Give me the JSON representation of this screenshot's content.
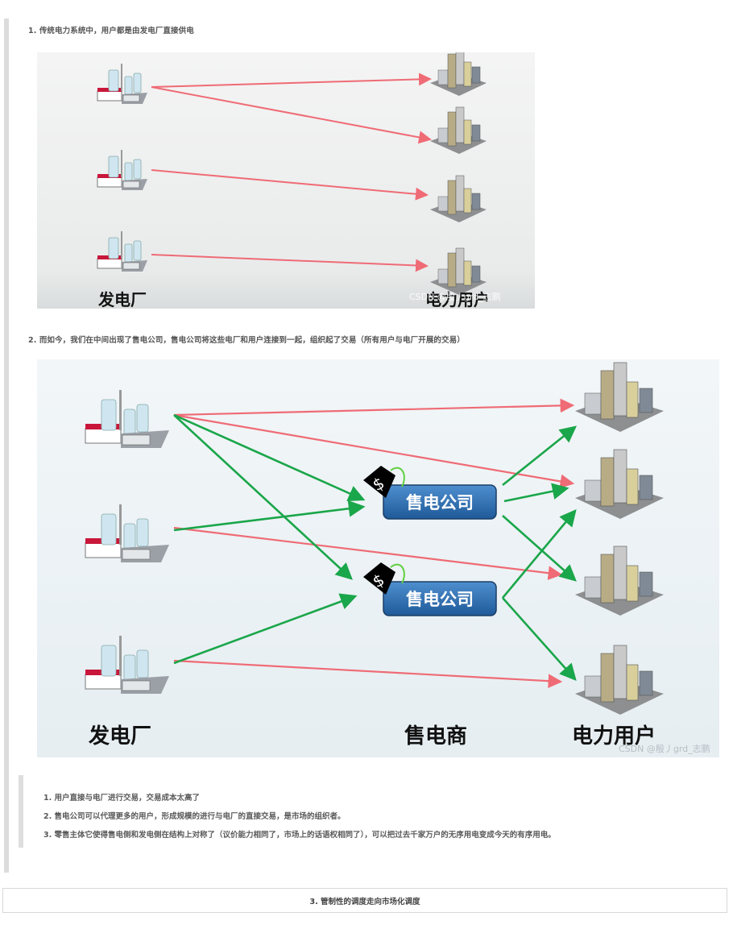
{
  "section1": {
    "text": "1. 传统电力系统中，用户都是由发电厂直接供电",
    "figure": {
      "left_label": "发电厂",
      "right_label": "电力用户",
      "watermark": "CSDN @殷丿grd_志鹏",
      "plants": 3,
      "users": 4
    }
  },
  "section2": {
    "text": "2. 而如今，我们在中间出现了售电公司，售电公司将这些电厂和用户连接到一起，组织起了交易（所有用户与电厂开展的交易）",
    "figure": {
      "left_label": "发电厂",
      "middle_label": "售电商",
      "right_label": "电力用户",
      "company_label_1": "售电公司",
      "company_label_2": "售电公司",
      "price_tag_symbol": "$",
      "watermark": "CSDN @殷丿grd_志鹏",
      "colors": {
        "direct_trade": "#f07a7a",
        "retail_trade": "#1aa64a",
        "company_box": "#2f6fb0"
      }
    }
  },
  "notes": [
    "1. 用户直接与电厂进行交易，交易成本太高了",
    "2. 售电公司可以代理更多的用户，形成规模的进行与电厂的直接交易，是市场的组织者。",
    "3. 零售主体它使得售电侧和发电侧在结构上对称了（议价能力相同了，市场上的话语权相同了），可以把过去千家万户的无序用电变成今天的有序用电。"
  ],
  "next_section": {
    "title": "3. 管制性的调度走向市场化调度"
  }
}
